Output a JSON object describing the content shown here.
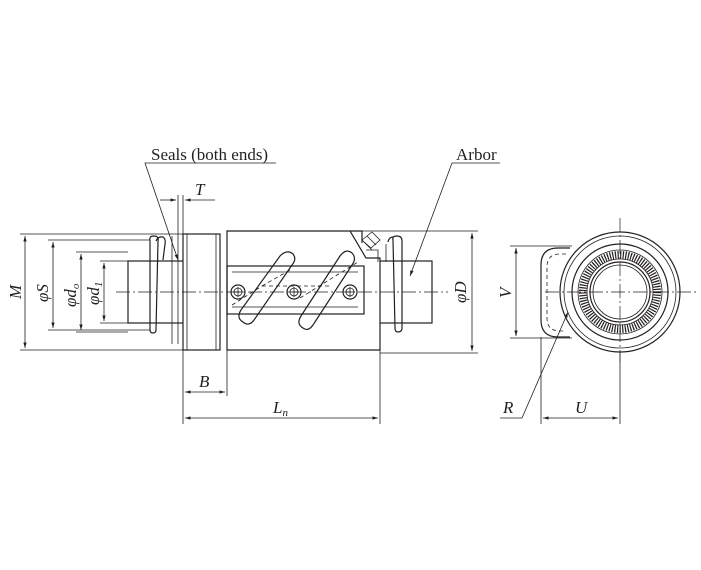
{
  "labels": {
    "seals": "Seals (both ends)",
    "arbor": "Arbor"
  },
  "dimensions": {
    "T": "T",
    "M": "M",
    "S": "φS",
    "do_main": "φd",
    "do_sub": "o",
    "di_main": "φd",
    "di_sub": "1",
    "D": "φD",
    "B": "B",
    "L_main": "L",
    "L_sub": "n",
    "V": "V",
    "R": "R",
    "U": "U"
  },
  "colors": {
    "line": "#231f20",
    "background": "#ffffff"
  }
}
